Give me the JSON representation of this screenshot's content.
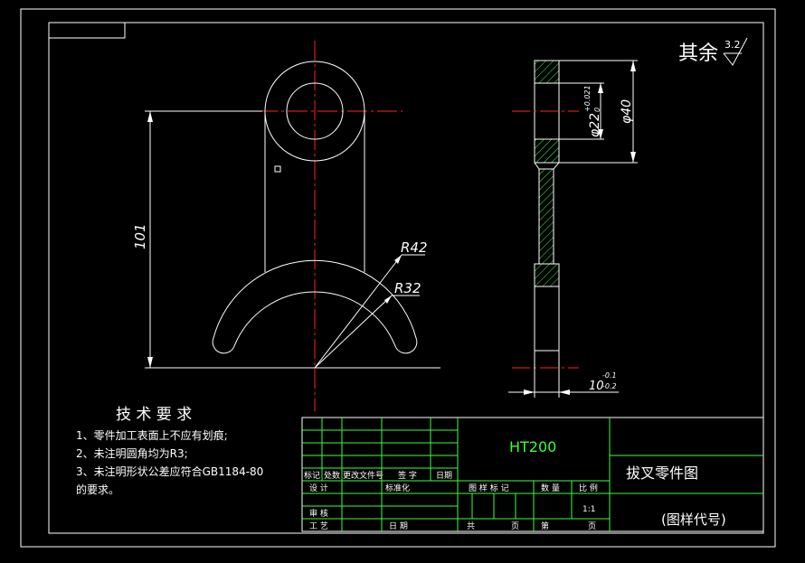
{
  "roughness": {
    "prefix": "其余",
    "value": "3.2"
  },
  "dimensions": {
    "height": "101",
    "r_outer": "R42",
    "r_inner": "R32",
    "bore_prefix": "φ22",
    "bore_tol_upper": "+0.021",
    "bore_tol_lower": "0",
    "outer_diameter": "φ40",
    "thickness": "10",
    "thickness_tol_upper": "-0.1",
    "thickness_tol_lower": "-0.2"
  },
  "technical_requirements": {
    "title": "技 术 要 求",
    "lines": [
      "1、零件加工表面上不应有划痕;",
      "2、未注明圆角均为R3;",
      "3、未注明形状公差应符合GB1184-80",
      "的要求。"
    ]
  },
  "title_block": {
    "material": "HT200",
    "part_name": "拔叉零件图",
    "drawing_code": "(图样代号)",
    "row_labels": {
      "mark": "标记",
      "count": "处数",
      "change_doc": "更改文件号",
      "signature": "签 字",
      "date": "日期",
      "design": "设 计",
      "standardize": "标准化",
      "review": "审 核",
      "process": "工 艺",
      "date2": "日 期"
    },
    "col_labels": {
      "drawing_mark": "图 样 标 记",
      "quantity": "数 量",
      "scale": "比 例",
      "total": "共",
      "sheet": "页",
      "page_of": "第",
      "sheet2": "页"
    },
    "scale_value": "1:1"
  },
  "colors": {
    "background": "#000000",
    "line": "#ffffff",
    "center_line": "#ff2020",
    "hatch": "#3aff3a",
    "table_grid": "#3aff3a"
  }
}
